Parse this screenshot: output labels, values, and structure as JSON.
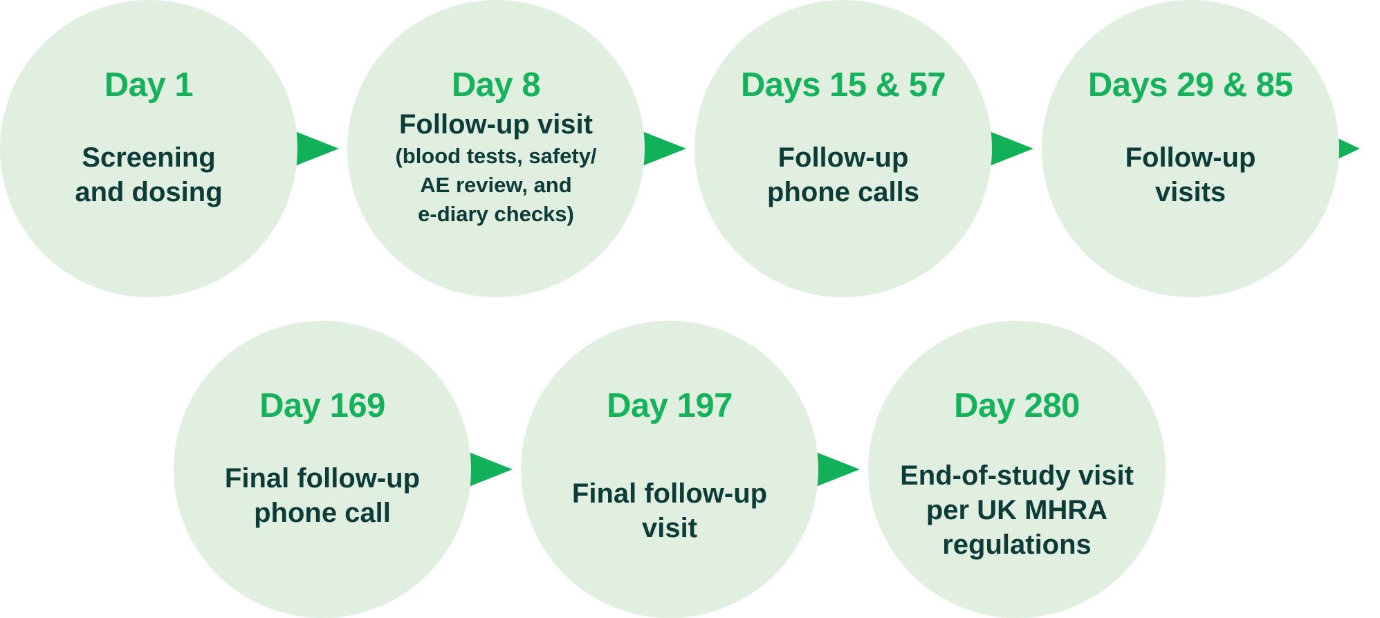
{
  "colors": {
    "circle_bg": "#e0efe0",
    "arrow": "#13b05a",
    "day_text": "#16b15b",
    "desc_text": "#0d3b38"
  },
  "steps": [
    {
      "day": "Day 1",
      "desc": "Screening\nand dosing",
      "sub": ""
    },
    {
      "day": "Day 8",
      "desc": "Follow-up visit",
      "sub": "(blood tests, safety/\nAE review, and\ne-diary checks)"
    },
    {
      "day": "Days 15 & 57",
      "desc": "Follow-up\nphone calls",
      "sub": ""
    },
    {
      "day": "Days 29 & 85",
      "desc": "Follow-up\nvisits",
      "sub": ""
    },
    {
      "day": "Day 169",
      "desc": "Final follow-up\nphone call",
      "sub": ""
    },
    {
      "day": "Day 197",
      "desc": "Final follow-up\nvisit",
      "sub": ""
    },
    {
      "day": "Day 280",
      "desc": "End-of-study visit\nper UK MHRA\nregulations",
      "sub": ""
    }
  ]
}
